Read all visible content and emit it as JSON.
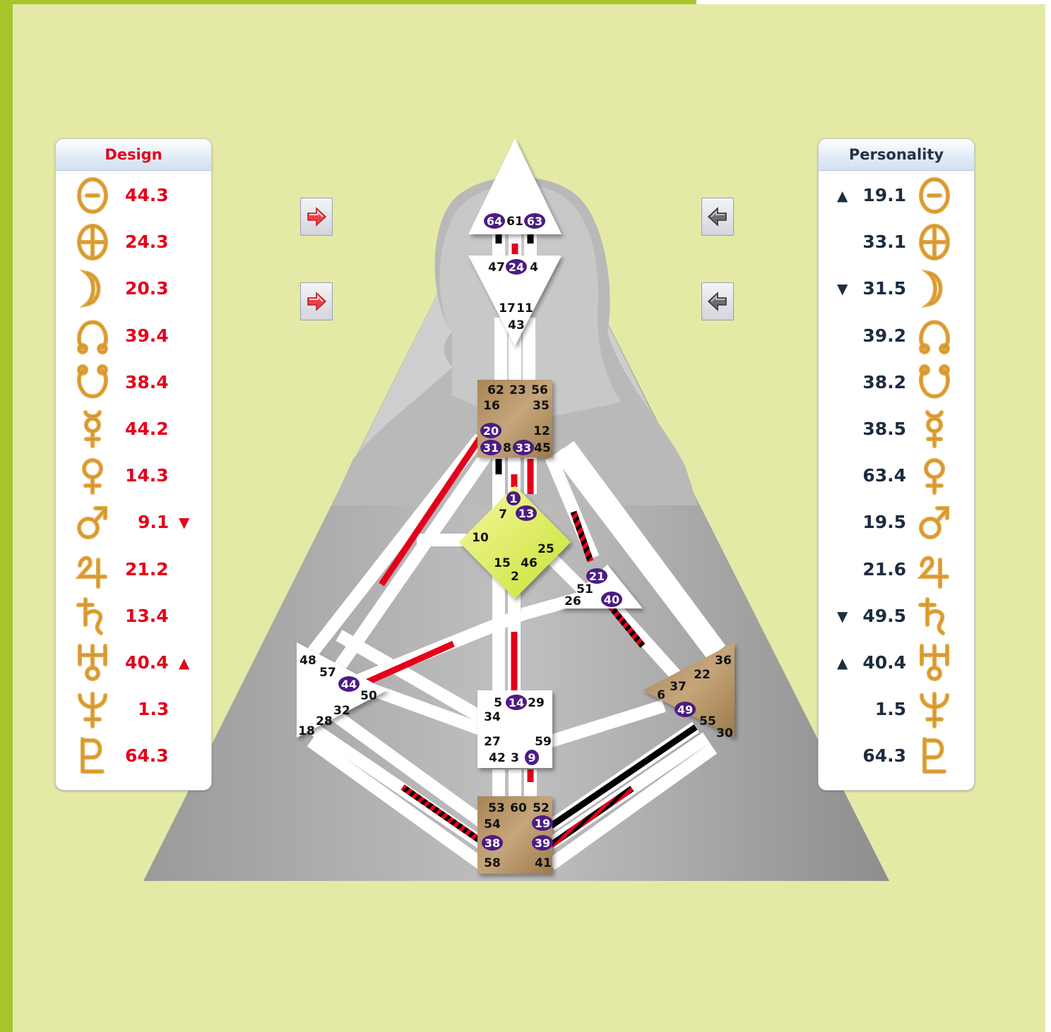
{
  "design": {
    "title": "Design",
    "rows": [
      {
        "planet": "sun-icon",
        "value": "44.3",
        "arrow": ""
      },
      {
        "planet": "earth-icon",
        "value": "24.3",
        "arrow": ""
      },
      {
        "planet": "moon-icon",
        "value": "20.3",
        "arrow": ""
      },
      {
        "planet": "north-node-icon",
        "value": "39.4",
        "arrow": ""
      },
      {
        "planet": "south-node-icon",
        "value": "38.4",
        "arrow": ""
      },
      {
        "planet": "mercury-icon",
        "value": "44.2",
        "arrow": ""
      },
      {
        "planet": "venus-icon",
        "value": "14.3",
        "arrow": ""
      },
      {
        "planet": "mars-icon",
        "value": "9.1",
        "arrow": "▼"
      },
      {
        "planet": "jupiter-icon",
        "value": "21.2",
        "arrow": ""
      },
      {
        "planet": "saturn-icon",
        "value": "13.4",
        "arrow": ""
      },
      {
        "planet": "uranus-icon",
        "value": "40.4",
        "arrow": "▲"
      },
      {
        "planet": "neptune-icon",
        "value": "1.3",
        "arrow": ""
      },
      {
        "planet": "pluto-icon",
        "value": "64.3",
        "arrow": ""
      }
    ]
  },
  "personality": {
    "title": "Personality",
    "rows": [
      {
        "planet": "sun-icon",
        "value": "19.1",
        "arrow": "▲"
      },
      {
        "planet": "earth-icon",
        "value": "33.1",
        "arrow": ""
      },
      {
        "planet": "moon-icon",
        "value": "31.5",
        "arrow": "▼"
      },
      {
        "planet": "north-node-icon",
        "value": "39.2",
        "arrow": ""
      },
      {
        "planet": "south-node-icon",
        "value": "38.2",
        "arrow": ""
      },
      {
        "planet": "mercury-icon",
        "value": "38.5",
        "arrow": ""
      },
      {
        "planet": "venus-icon",
        "value": "63.4",
        "arrow": ""
      },
      {
        "planet": "mars-icon",
        "value": "19.5",
        "arrow": ""
      },
      {
        "planet": "jupiter-icon",
        "value": "21.6",
        "arrow": ""
      },
      {
        "planet": "saturn-icon",
        "value": "49.5",
        "arrow": "▼"
      },
      {
        "planet": "uranus-icon",
        "value": "40.4",
        "arrow": "▲"
      },
      {
        "planet": "neptune-icon",
        "value": "1.5",
        "arrow": ""
      },
      {
        "planet": "pluto-icon",
        "value": "64.3",
        "arrow": ""
      }
    ]
  },
  "gates": {
    "head": [
      "64",
      "61",
      "63"
    ],
    "ajna": [
      "47",
      "24",
      "4",
      "17",
      "11",
      "43"
    ],
    "throat": [
      "62",
      "23",
      "56",
      "16",
      "35",
      "20",
      "12",
      "31",
      "8",
      "33",
      "45"
    ],
    "g_center": [
      "1",
      "7",
      "13",
      "10",
      "25",
      "15",
      "46",
      "2"
    ],
    "ego": [
      "21",
      "51",
      "26",
      "40"
    ],
    "spleen": [
      "48",
      "57",
      "44",
      "50",
      "32",
      "28",
      "18"
    ],
    "sacral": [
      "5",
      "14",
      "29",
      "34",
      "27",
      "59",
      "42",
      "3",
      "9"
    ],
    "solar_plexus": [
      "36",
      "22",
      "37",
      "6",
      "49",
      "55",
      "30"
    ],
    "root": [
      "53",
      "60",
      "52",
      "54",
      "19",
      "38",
      "39",
      "58",
      "41"
    ]
  },
  "colors": {
    "design": "#e4001b",
    "personality": "#000000",
    "activated_gate": "#4b1c82",
    "defined_motor": "#b38e5d",
    "defined_g": "#d6ec3c",
    "background": "#e4eaa6",
    "frame": "#a7c42b"
  }
}
